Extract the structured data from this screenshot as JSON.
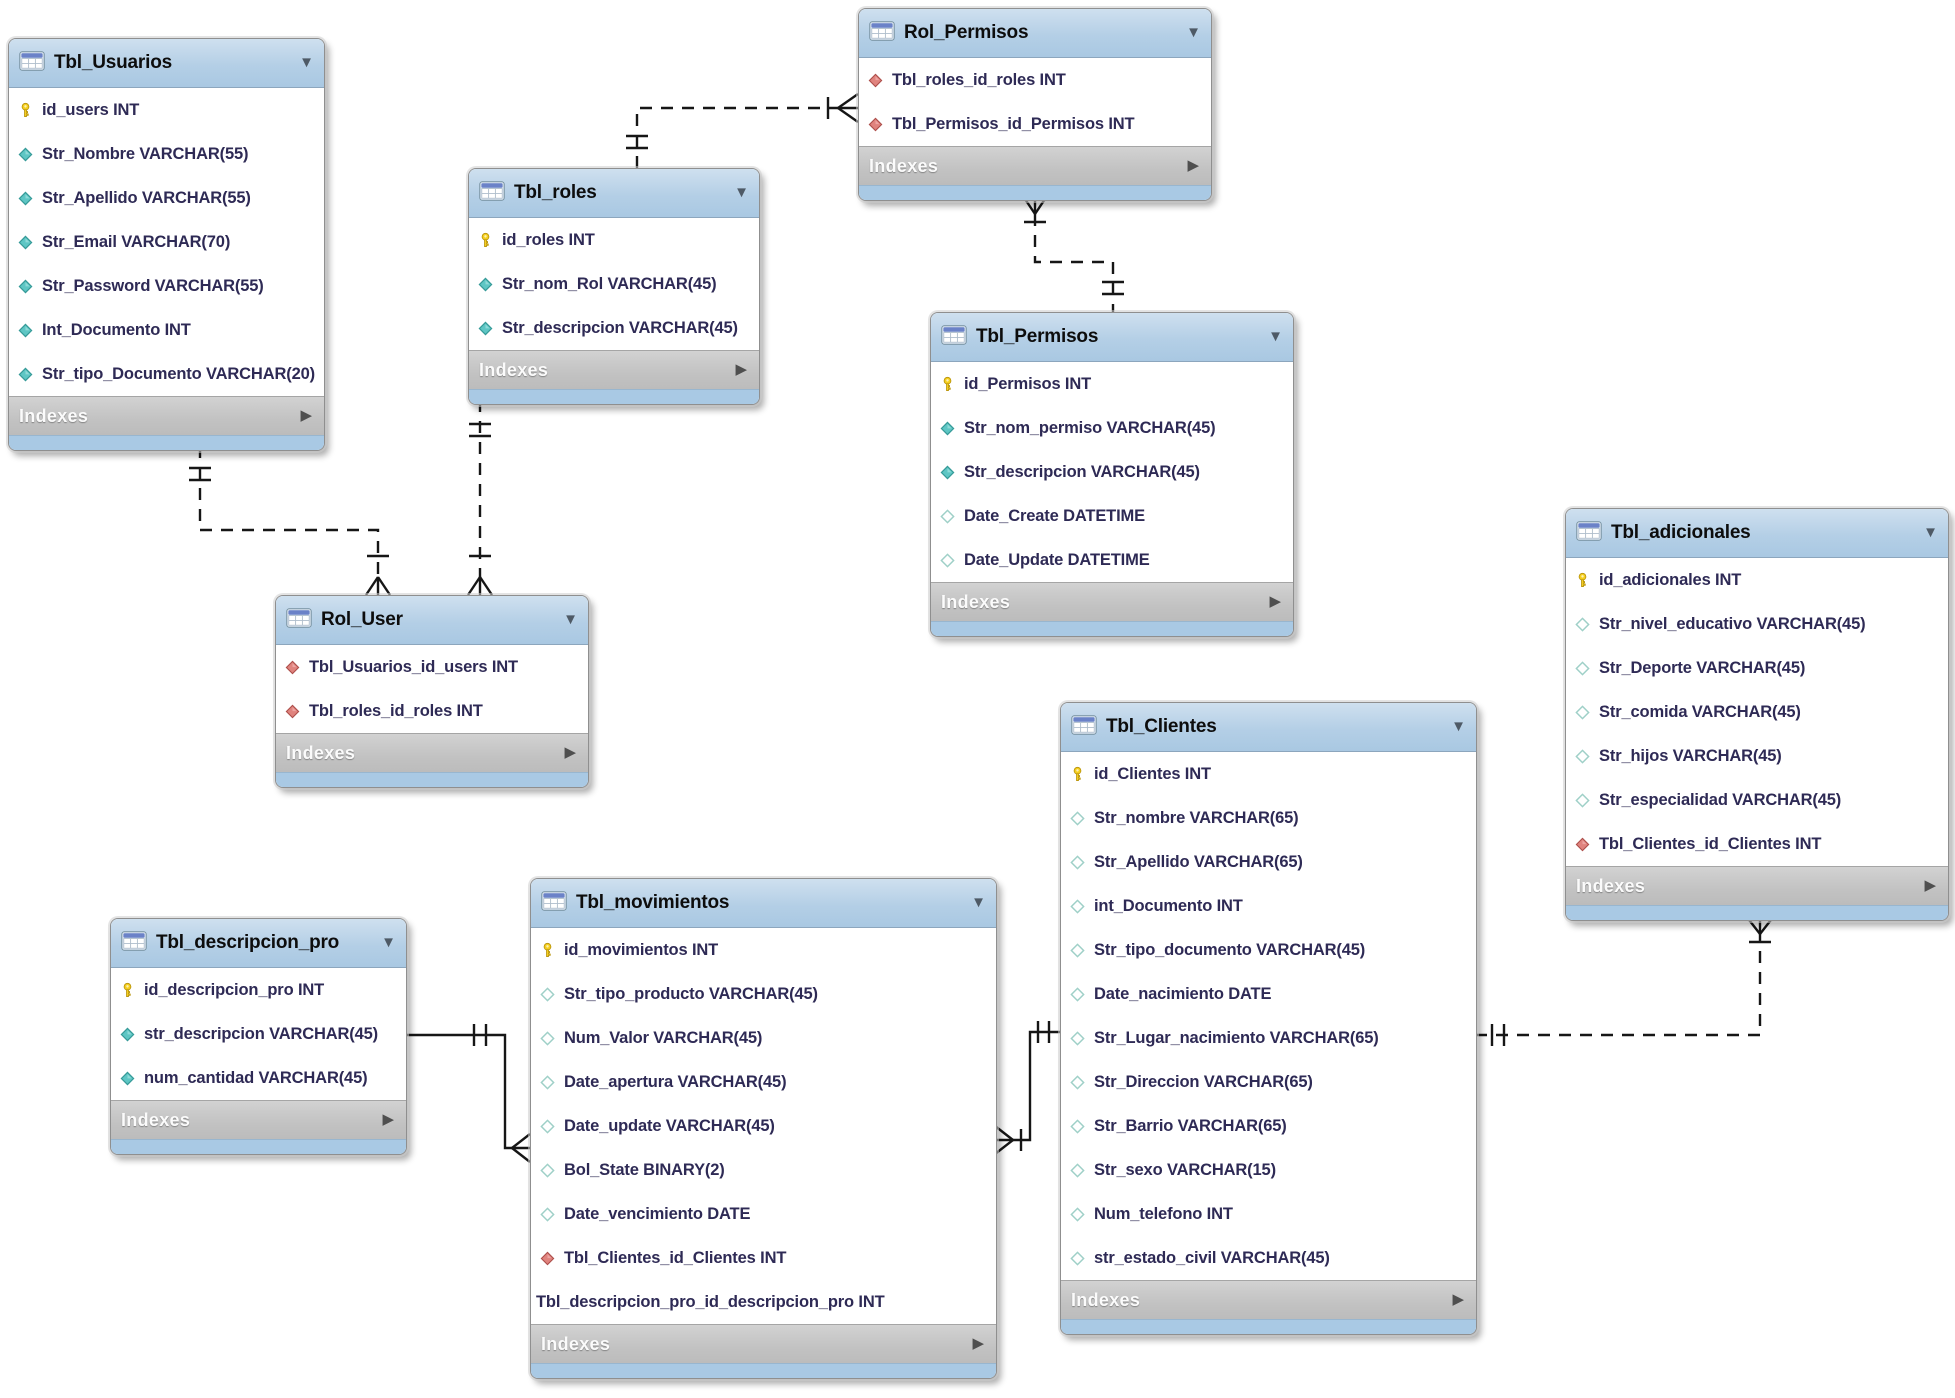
{
  "diagram": {
    "type": "er-diagram",
    "indexes_label": "Indexes",
    "icons": {
      "collapse_arrow": "▼",
      "expand_arrow": "▶"
    },
    "colors": {
      "table_header_blue": "#b4cfe6",
      "table_footer_gray": "#c2c2c2",
      "table_bottom_strip_blue": "#a9c9e4",
      "primary_key_yellow": "#f5ce1e",
      "notnull_diamond_teal": "#5ec6c4",
      "nullable_diamond_outline": "#9fd0c8",
      "foreign_key_red": "#e0837e",
      "relationship_line": "#161616",
      "field_text": "#2e2a55"
    },
    "tables": [
      {
        "title": "Tbl_Usuarios",
        "fields": [
          {
            "icon": "primary-key-icon",
            "text": "id_users INT"
          },
          {
            "icon": "column-notnull-icon",
            "text": "Str_Nombre VARCHAR(55)"
          },
          {
            "icon": "column-notnull-icon",
            "text": "Str_Apellido VARCHAR(55)"
          },
          {
            "icon": "column-notnull-icon",
            "text": "Str_Email VARCHAR(70)"
          },
          {
            "icon": "column-notnull-icon",
            "text": "Str_Password VARCHAR(55)"
          },
          {
            "icon": "column-notnull-icon",
            "text": "Int_Documento INT"
          },
          {
            "icon": "column-notnull-icon",
            "text": "Str_tipo_Documento VARCHAR(20)"
          }
        ]
      },
      {
        "title": "Tbl_roles",
        "fields": [
          {
            "icon": "primary-key-icon",
            "text": "id_roles INT"
          },
          {
            "icon": "column-notnull-icon",
            "text": "Str_nom_Rol VARCHAR(45)"
          },
          {
            "icon": "column-notnull-icon",
            "text": "Str_descripcion VARCHAR(45)"
          }
        ]
      },
      {
        "title": "Rol_Permisos",
        "fields": [
          {
            "icon": "foreign-key-icon",
            "text": "Tbl_roles_id_roles INT"
          },
          {
            "icon": "foreign-key-icon",
            "text": "Tbl_Permisos_id_Permisos INT"
          }
        ]
      },
      {
        "title": "Tbl_Permisos",
        "fields": [
          {
            "icon": "primary-key-icon",
            "text": "id_Permisos INT"
          },
          {
            "icon": "column-notnull-icon",
            "text": "Str_nom_permiso VARCHAR(45)"
          },
          {
            "icon": "column-notnull-icon",
            "text": "Str_descripcion VARCHAR(45)"
          },
          {
            "icon": "column-nullable-icon",
            "text": "Date_Create DATETIME"
          },
          {
            "icon": "column-nullable-icon",
            "text": "Date_Update DATETIME"
          }
        ]
      },
      {
        "title": "Tbl_adicionales",
        "fields": [
          {
            "icon": "primary-key-icon",
            "text": "id_adicionales INT"
          },
          {
            "icon": "column-nullable-icon",
            "text": "Str_nivel_educativo VARCHAR(45)"
          },
          {
            "icon": "column-nullable-icon",
            "text": "Str_Deporte VARCHAR(45)"
          },
          {
            "icon": "column-nullable-icon",
            "text": "Str_comida VARCHAR(45)"
          },
          {
            "icon": "column-nullable-icon",
            "text": "Str_hijos VARCHAR(45)"
          },
          {
            "icon": "column-nullable-icon",
            "text": "Str_especialidad VARCHAR(45)"
          },
          {
            "icon": "foreign-key-icon",
            "text": "Tbl_Clientes_id_Clientes INT"
          }
        ]
      },
      {
        "title": "Rol_User",
        "fields": [
          {
            "icon": "foreign-key-icon",
            "text": "Tbl_Usuarios_id_users INT"
          },
          {
            "icon": "foreign-key-icon",
            "text": "Tbl_roles_id_roles INT"
          }
        ]
      },
      {
        "title": "Tbl_Clientes",
        "fields": [
          {
            "icon": "primary-key-icon",
            "text": "id_Clientes INT"
          },
          {
            "icon": "column-nullable-icon",
            "text": "Str_nombre VARCHAR(65)"
          },
          {
            "icon": "column-nullable-icon",
            "text": "Str_Apellido VARCHAR(65)"
          },
          {
            "icon": "column-nullable-icon",
            "text": "int_Documento INT"
          },
          {
            "icon": "column-nullable-icon",
            "text": "Str_tipo_documento VARCHAR(45)"
          },
          {
            "icon": "column-nullable-icon",
            "text": "Date_nacimiento DATE"
          },
          {
            "icon": "column-nullable-icon",
            "text": "Str_Lugar_nacimiento VARCHAR(65)"
          },
          {
            "icon": "column-nullable-icon",
            "text": "Str_Direccion VARCHAR(65)"
          },
          {
            "icon": "column-nullable-icon",
            "text": "Str_Barrio VARCHAR(65)"
          },
          {
            "icon": "column-nullable-icon",
            "text": "Str_sexo VARCHAR(15)"
          },
          {
            "icon": "column-nullable-icon",
            "text": "Num_telefono INT"
          },
          {
            "icon": "column-nullable-icon",
            "text": "str_estado_civil VARCHAR(45)"
          }
        ]
      },
      {
        "title": "Tbl_descripcion_pro",
        "fields": [
          {
            "icon": "primary-key-icon",
            "text": "id_descripcion_pro INT"
          },
          {
            "icon": "column-notnull-icon",
            "text": "str_descripcion VARCHAR(45)"
          },
          {
            "icon": "column-notnull-icon",
            "text": "num_cantidad VARCHAR(45)"
          }
        ]
      },
      {
        "title": "Tbl_movimientos",
        "fields": [
          {
            "icon": "primary-key-icon",
            "text": "id_movimientos INT"
          },
          {
            "icon": "column-nullable-icon",
            "text": "Str_tipo_producto VARCHAR(45)"
          },
          {
            "icon": "column-nullable-icon",
            "text": "Num_Valor VARCHAR(45)"
          },
          {
            "icon": "column-nullable-icon",
            "text": "Date_apertura VARCHAR(45)"
          },
          {
            "icon": "column-nullable-icon",
            "text": "Date_update VARCHAR(45)"
          },
          {
            "icon": "column-nullable-icon",
            "text": "Bol_State BINARY(2)"
          },
          {
            "icon": "column-nullable-icon",
            "text": "Date_vencimiento DATE"
          },
          {
            "icon": "foreign-key-icon",
            "text": "Tbl_Clientes_id_Clientes INT"
          },
          {
            "icon": "none",
            "text": "Tbl_descripcion_pro_id_descripcion_pro INT"
          }
        ]
      }
    ],
    "relationships": [
      {
        "from": "Tbl_roles",
        "to": "Rol_Permisos",
        "cardinality": "one-to-many",
        "line": "dashed"
      },
      {
        "from": "Tbl_Permisos",
        "to": "Rol_Permisos",
        "cardinality": "one-to-many",
        "line": "dashed"
      },
      {
        "from": "Tbl_Usuarios",
        "to": "Rol_User",
        "cardinality": "one-to-many",
        "line": "dashed"
      },
      {
        "from": "Tbl_roles",
        "to": "Rol_User",
        "cardinality": "one-to-many",
        "line": "dashed"
      },
      {
        "from": "Tbl_Clientes",
        "to": "Tbl_adicionales",
        "cardinality": "one-to-many",
        "line": "dashed"
      },
      {
        "from": "Tbl_descripcion_pro",
        "to": "Tbl_movimientos",
        "cardinality": "one-to-many",
        "line": "solid"
      },
      {
        "from": "Tbl_Clientes",
        "to": "Tbl_movimientos",
        "cardinality": "one-to-many",
        "line": "solid"
      }
    ]
  }
}
